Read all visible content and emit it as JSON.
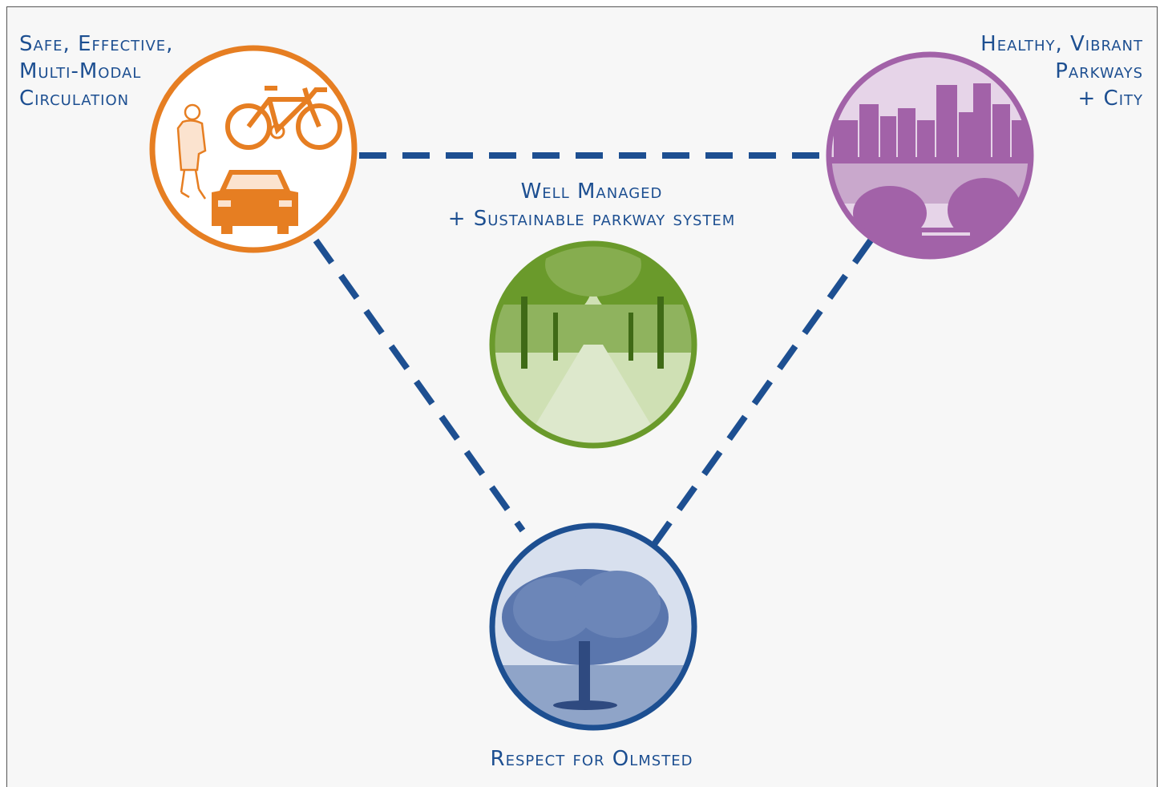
{
  "labels": {
    "safe_circulation": "Safe, Effective,\nMulti-Modal\nCirculation",
    "healthy_city": "Healthy, Vibrant\nParkways\n+ City",
    "well_managed": "Well Managed\n+ Sustainable parkway system",
    "respect_olmsted": "Respect for Olmsted"
  },
  "colors": {
    "circulation": "#e67e22",
    "city": "#a262a8",
    "managed": "#6a9a2b",
    "olmsted": "#1d4f91",
    "connector": "#1d4f91"
  },
  "icons": [
    "pedestrian-icon",
    "bicycle-icon",
    "car-icon",
    "city-skyline-image",
    "tree-lined-path-image",
    "oak-tree-image"
  ]
}
